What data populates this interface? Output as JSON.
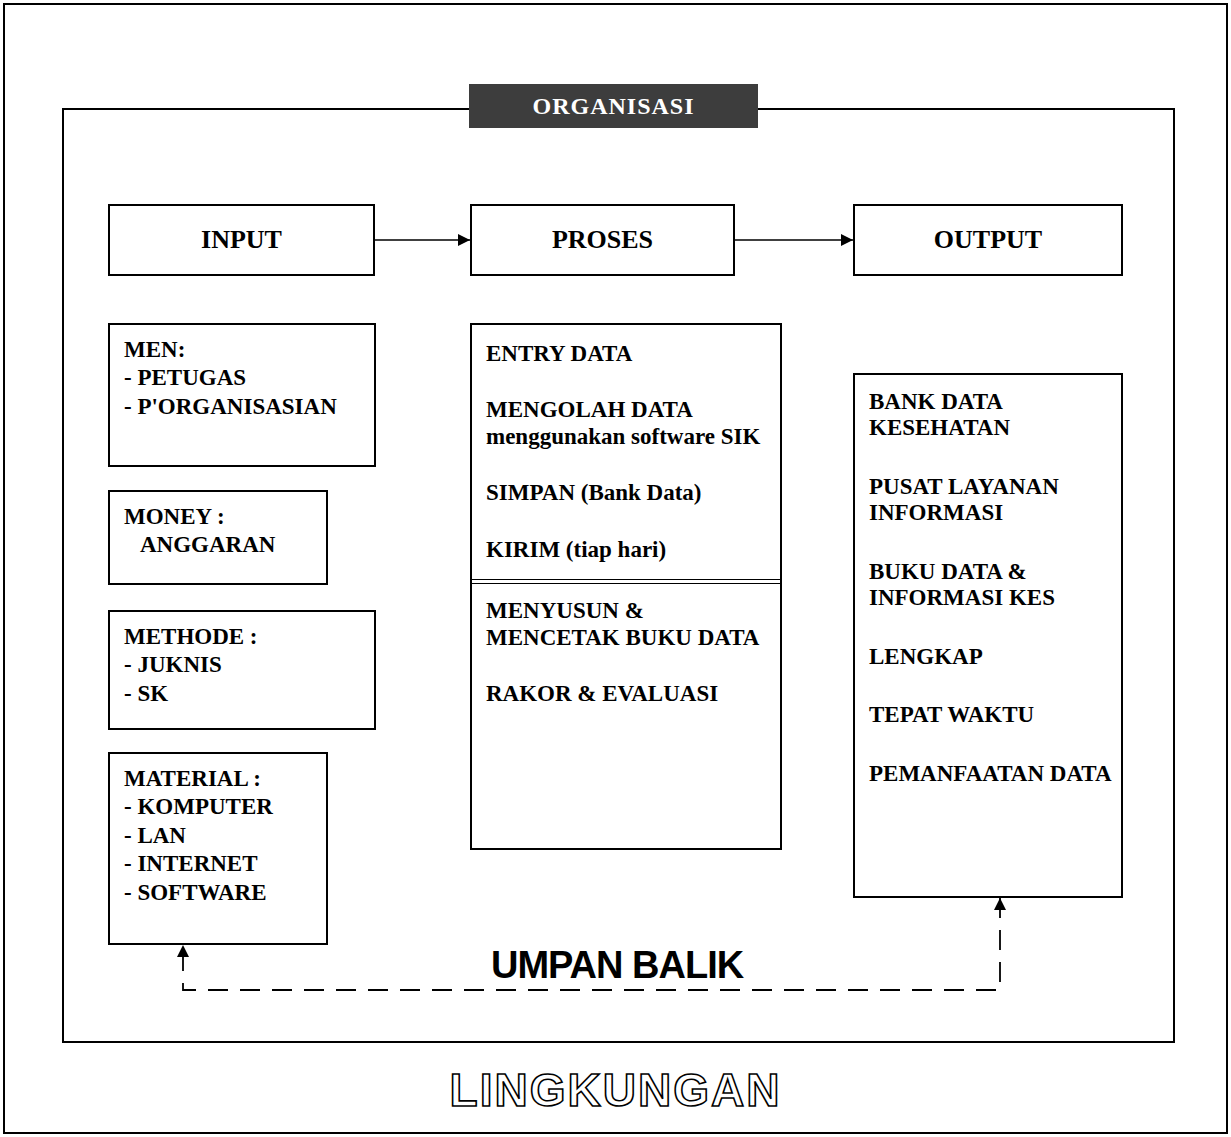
{
  "diagram": {
    "nodes": [
      {
        "text": [
          "LINGKUNGAN"
        ]
      },
      {
        "text": [
          "ORGANISASI"
        ],
        "in": 0
      },
      {
        "text": [
          "INPUT"
        ],
        "in": 1
      },
      {
        "text": [
          "PROSES"
        ],
        "in": 1
      },
      {
        "text": [
          "OUTPUT"
        ],
        "in": 1
      },
      {
        "text": [
          "MEN:",
          "- PETUGAS",
          "- P'ORGANISASIAN"
        ],
        "in": 1
      },
      {
        "text": [
          "MONEY :",
          "ANGGARAN"
        ],
        "in": 1
      },
      {
        "text": [
          "METHODE :",
          "- JUKNIS",
          "- SK"
        ],
        "in": 1
      },
      {
        "text": [
          "MATERIAL :",
          "- KOMPUTER",
          "- LAN",
          "- INTERNET",
          "- SOFTWARE"
        ],
        "in": 1
      },
      {
        "text": [
          "ENTRY DATA",
          "MENGOLAH DATA menggunakan software SIK",
          "SIMPAN (Bank Data)",
          "KIRIM (tiap hari)",
          "MENYUSUN & MENCETAK BUKU DATA",
          "RAKOR & EVALUASI"
        ],
        "in": 1
      },
      {
        "text": [
          "BANK DATA KESEHATAN",
          "PUSAT LAYANAN INFORMASI",
          "BUKU DATA & INFORMASI KES",
          "LENGKAP",
          "TEPAT WAKTU",
          "PEMANFAATAN DATA"
        ],
        "in": 1
      }
    ],
    "edges": [
      {
        "from": 2,
        "to": 3,
        "arrow": "to"
      },
      {
        "from": 3,
        "to": 4,
        "arrow": "to"
      },
      {
        "from": 10,
        "to": 8,
        "label": "UMPAN BALIK",
        "arrow": "both"
      }
    ]
  }
}
